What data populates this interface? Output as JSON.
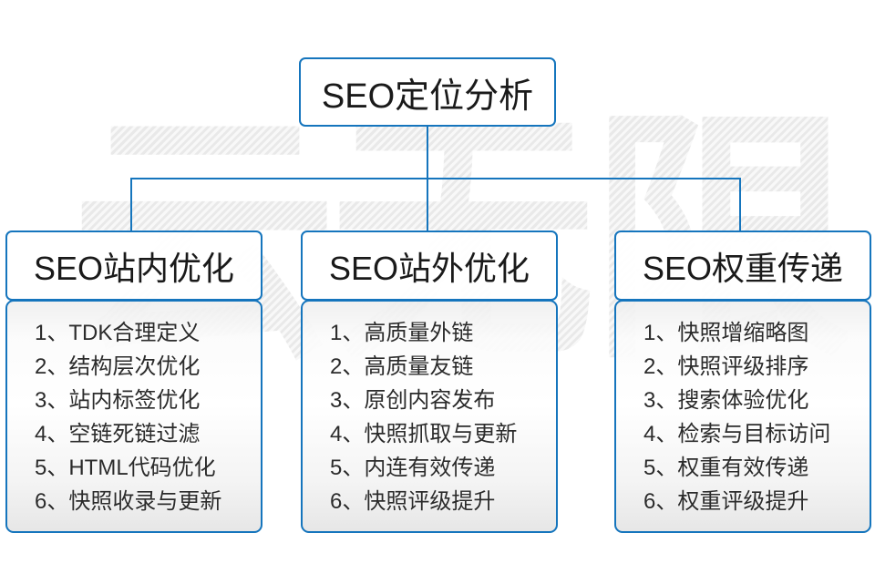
{
  "watermark_text": "云无限",
  "colors": {
    "line_blue": "#1575bd",
    "border_blue": "#1575bd",
    "text_dark": "#1a1a1a",
    "watermark_gray": "#ebebeb"
  },
  "diagram": {
    "root": {
      "title": "SEO定位分析"
    },
    "columns": [
      {
        "title": "SEO站内优化",
        "items": [
          "1、TDK合理定义",
          "2、结构层次优化",
          "3、站内标签优化",
          "4、空链死链过滤",
          "5、HTML代码优化",
          "6、快照收录与更新"
        ]
      },
      {
        "title": "SEO站外优化",
        "items": [
          "1、高质量外链",
          "2、高质量友链",
          "3、原创内容发布",
          "4、快照抓取与更新",
          "5、内连有效传递",
          "6、快照评级提升"
        ]
      },
      {
        "title": "SEO权重传递",
        "items": [
          "1、快照增缩略图",
          "2、快照评级排序",
          "3、搜索体验优化",
          "4、检索与目标访问",
          "5、权重有效传递",
          "6、权重评级提升"
        ]
      }
    ]
  }
}
